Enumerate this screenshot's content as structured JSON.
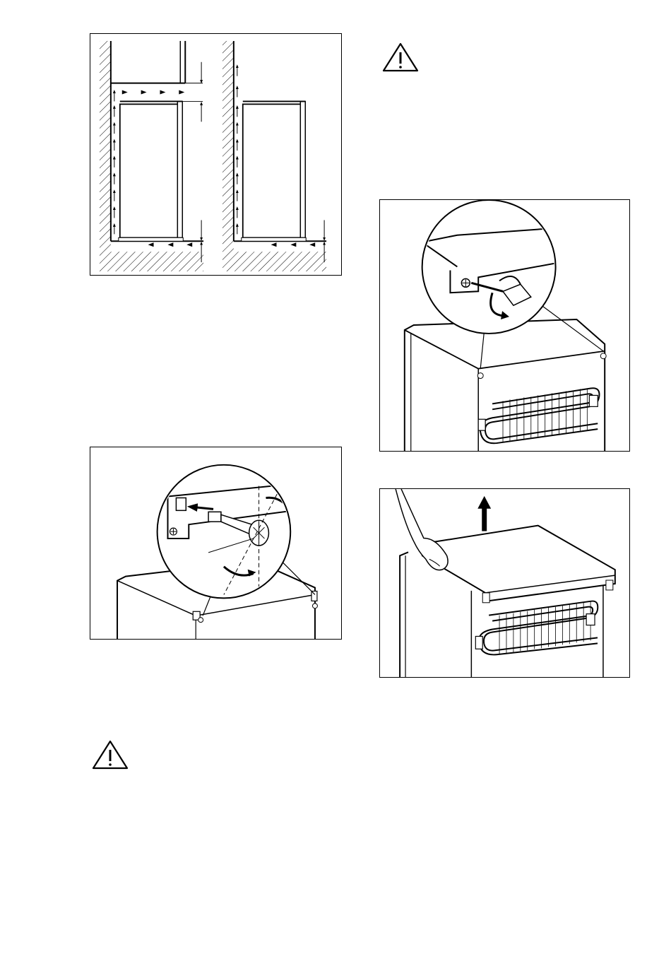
{
  "page": {
    "figures": [
      {
        "id": "ventilation-clearance",
        "icon": "ventilation-airflow-diagram"
      },
      {
        "id": "top-cover-hinge-rotation",
        "icon": "hinge-cap-rotate-diagram"
      },
      {
        "id": "unscrew-top-cover",
        "icon": "screwdriver-unscrew-diagram"
      },
      {
        "id": "lift-top-cover",
        "icon": "lift-top-cover-diagram"
      }
    ],
    "warnings": [
      {
        "icon": "warning-triangle-icon"
      },
      {
        "icon": "warning-triangle-icon"
      }
    ]
  }
}
